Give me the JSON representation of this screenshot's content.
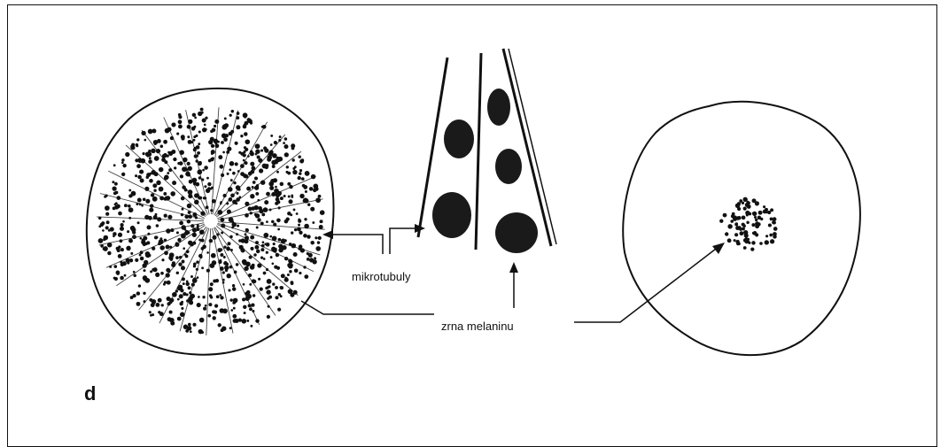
{
  "figure": {
    "panel_letter": "d",
    "labels": {
      "microtubules": "mikrotubuly",
      "melanin_grains": "zrna melaninu"
    }
  }
}
